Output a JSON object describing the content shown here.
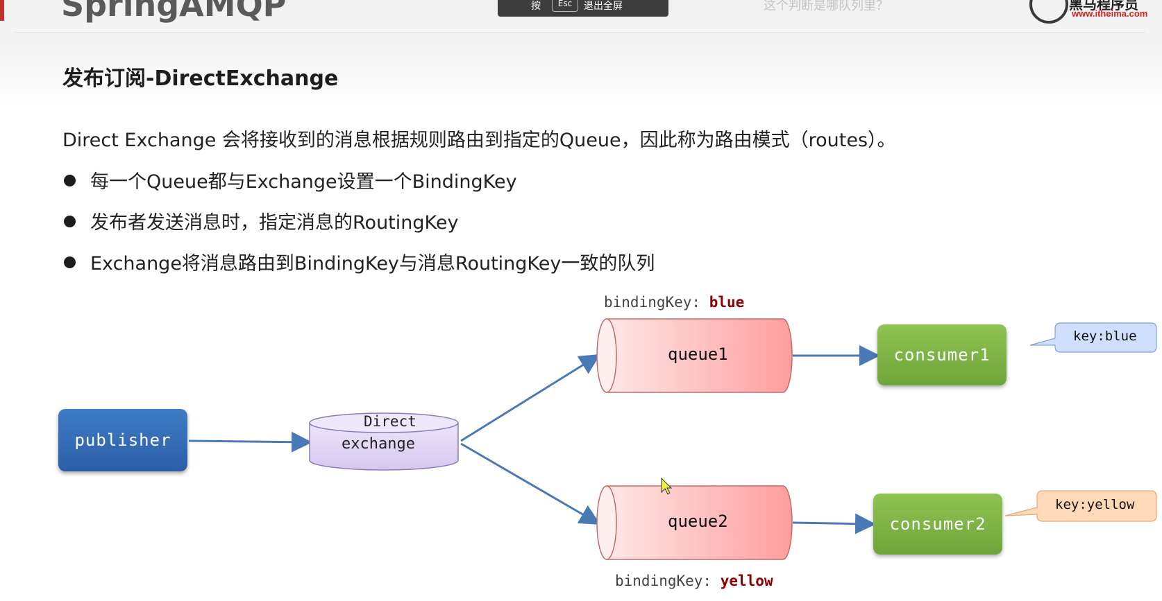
{
  "header": {
    "title": "SpringAMQP",
    "popup_prefix": "按",
    "popup_key": "Esc",
    "popup_suffix": "退出全屏",
    "faded_caption": "这个判断是哪队列里？",
    "logo_text": "黑马程序员",
    "logo_url": "www.itheima.com"
  },
  "slide": {
    "title": "发布订阅-DirectExchange",
    "intro": "Direct Exchange 会将接收到的消息根据规则路由到指定的Queue，因此称为路由模式（routes）。",
    "bullets": [
      "每一个Queue都与Exchange设置一个BindingKey",
      "发布者发送消息时，指定消息的RoutingKey",
      "Exchange将消息路由到BindingKey与消息RoutingKey一致的队列"
    ]
  },
  "diagram": {
    "publisher": "publisher",
    "exchange_type": "Direct",
    "exchange_name": "exchange",
    "queue1": "queue1",
    "queue2": "queue2",
    "binding_prefix": "bindingKey:",
    "binding1": "blue",
    "binding2": "yellow",
    "consumer1": "consumer1",
    "consumer2": "consumer2",
    "callout1": "key:blue",
    "callout2": "key:yellow"
  },
  "colors": {
    "publisher": "#2f66ad",
    "exchange": "#dcd0f2",
    "queue": "#ffb3b3",
    "consumer": "#7cb342",
    "callout_blue": "#cfe0ff",
    "callout_orange": "#ffd9b8",
    "binding_value": "#8b0000",
    "arrow": "#4a7ab5"
  }
}
